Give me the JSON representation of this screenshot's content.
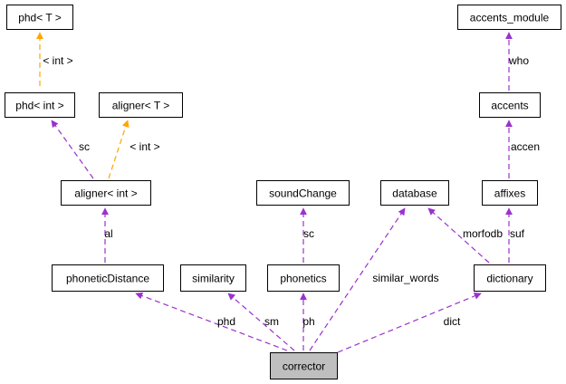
{
  "colors": {
    "usage_edge": "#9a32cd",
    "template_edge": "#ffa500",
    "node_border": "#000000",
    "node_fill": "#ffffff",
    "focus_fill": "#bfbfbf"
  },
  "nodes": [
    {
      "id": "phd_T",
      "label": "phd< T >"
    },
    {
      "id": "phd_int",
      "label": "phd< int >"
    },
    {
      "id": "aligner_T",
      "label": "aligner< T >"
    },
    {
      "id": "aligner_int",
      "label": "aligner< int >"
    },
    {
      "id": "phoneticDistance",
      "label": "phoneticDistance"
    },
    {
      "id": "similarity",
      "label": "similarity"
    },
    {
      "id": "soundChange",
      "label": "soundChange"
    },
    {
      "id": "phonetics",
      "label": "phonetics"
    },
    {
      "id": "database",
      "label": "database"
    },
    {
      "id": "accents_module",
      "label": "accents_module"
    },
    {
      "id": "accents",
      "label": "accents"
    },
    {
      "id": "affixes",
      "label": "affixes"
    },
    {
      "id": "dictionary",
      "label": "dictionary"
    },
    {
      "id": "corrector",
      "label": "corrector",
      "focus": true
    }
  ],
  "edges": [
    {
      "from": "phd_T",
      "to": "phd_int",
      "label": "< int >",
      "kind": "template"
    },
    {
      "from": "aligner_T",
      "to": "aligner_int",
      "label": "< int >",
      "kind": "template"
    },
    {
      "from": "phd_int",
      "to": "aligner_int",
      "label": "sc",
      "kind": "usage"
    },
    {
      "from": "aligner_int",
      "to": "phoneticDistance",
      "label": "al",
      "kind": "usage"
    },
    {
      "from": "phoneticDistance",
      "to": "corrector",
      "label": "phd",
      "kind": "usage"
    },
    {
      "from": "similarity",
      "to": "corrector",
      "label": "sm",
      "kind": "usage"
    },
    {
      "from": "phonetics",
      "to": "corrector",
      "label": "ph",
      "kind": "usage"
    },
    {
      "from": "soundChange",
      "to": "phonetics",
      "label": "sc",
      "kind": "usage"
    },
    {
      "from": "database",
      "to": "corrector",
      "label": "similar_words",
      "kind": "usage"
    },
    {
      "from": "database",
      "to": "dictionary",
      "label": "morfodb",
      "kind": "usage"
    },
    {
      "from": "accents_module",
      "to": "accents",
      "label": "who",
      "kind": "usage"
    },
    {
      "from": "accents",
      "to": "affixes",
      "label": "accen",
      "kind": "usage"
    },
    {
      "from": "affixes",
      "to": "dictionary",
      "label": "suf",
      "kind": "usage"
    },
    {
      "from": "dictionary",
      "to": "corrector",
      "label": "dict",
      "kind": "usage"
    }
  ]
}
